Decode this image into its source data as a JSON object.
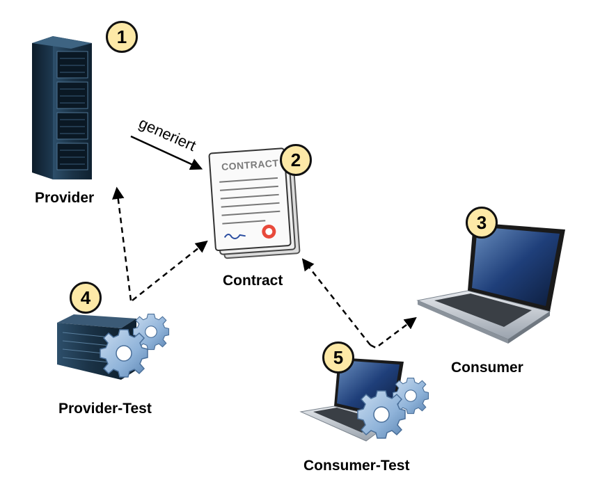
{
  "nodes": {
    "provider": {
      "label": "Provider",
      "number": "1"
    },
    "contract": {
      "label": "Contract",
      "number": "2",
      "doc_header": "CONTRACT"
    },
    "consumer": {
      "label": "Consumer",
      "number": "3"
    },
    "provider_test": {
      "label": "Provider-Test",
      "number": "4"
    },
    "consumer_test": {
      "label": "Consumer-Test",
      "number": "5"
    }
  },
  "edges": {
    "generates": {
      "label": "generiert",
      "style": "solid",
      "from": "Provider",
      "to": "Contract"
    },
    "dashed": [
      {
        "from": "Provider-Test",
        "to": "Provider"
      },
      {
        "from": "Provider-Test",
        "to": "Contract"
      },
      {
        "from": "Consumer-Test",
        "to": "Contract"
      },
      {
        "from": "Consumer-Test",
        "to": "Consumer"
      }
    ]
  },
  "colors": {
    "badge_fill": "#fde9a7",
    "gear": "#8fb3d9",
    "server": "#1e3a52"
  },
  "icons": [
    "server-icon",
    "contract-document-icon",
    "laptop-icon",
    "server-gears-icon",
    "laptop-gears-icon"
  ]
}
